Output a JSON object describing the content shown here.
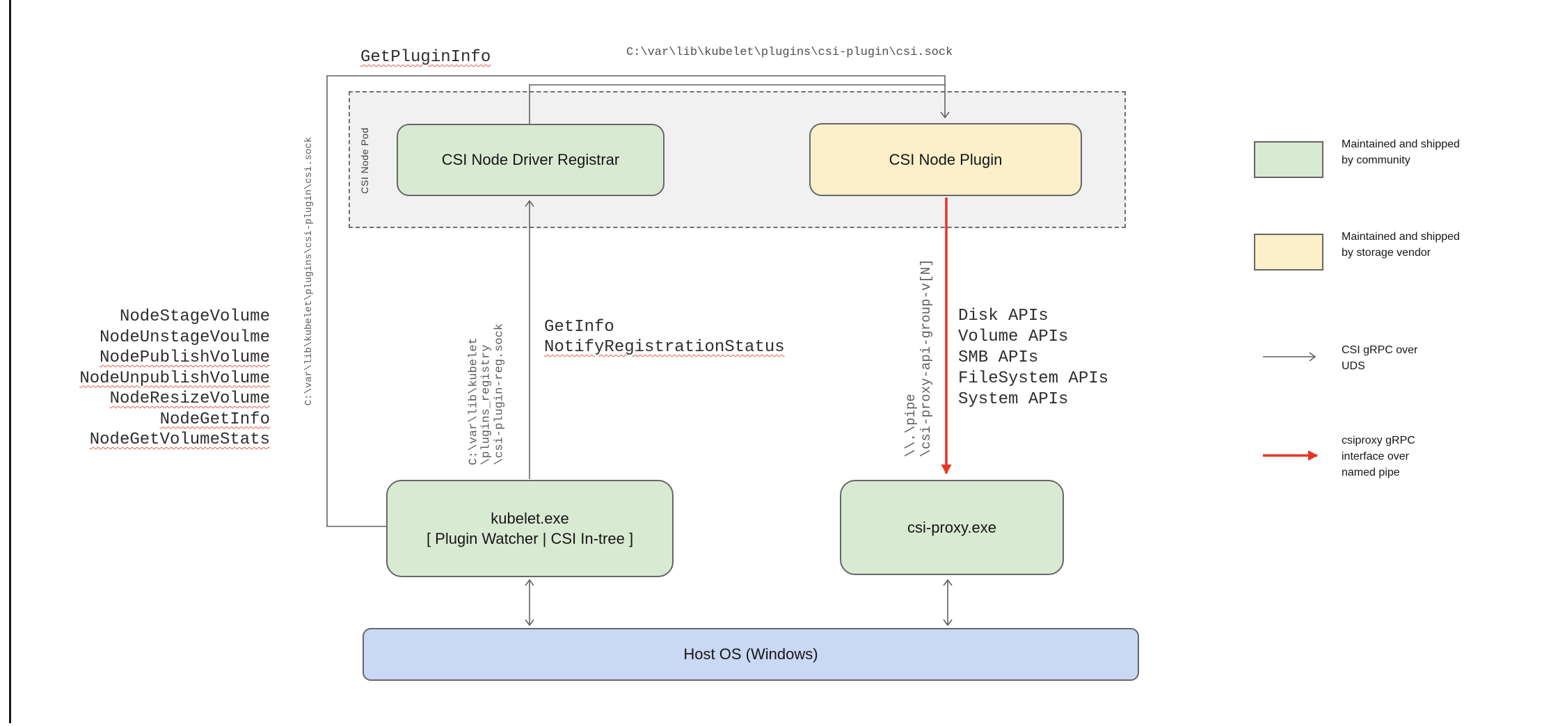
{
  "colors": {
    "community_green": "#d9ead3",
    "vendor_yellow": "#fbf0c9",
    "host_blue": "#c9d8f3",
    "pod_gray": "#f1f1f1",
    "line_gray": "#616161",
    "rpc_red": "#ea3323",
    "squiggle_red": "#e25c49",
    "mono_gray": "#5c5c5c",
    "text_dark": "#161616"
  },
  "pod": {
    "label": "CSI Node Pod"
  },
  "boxes": {
    "registrar": {
      "label": "CSI Node Driver Registrar"
    },
    "plugin": {
      "label": "CSI Node Plugin"
    },
    "kubelet": {
      "line1": "kubelet.exe",
      "line2": "[ Plugin Watcher | CSI In-tree ]"
    },
    "csi_proxy": {
      "label": "csi-proxy.exe"
    },
    "host_os": {
      "label": "Host OS (Windows)"
    }
  },
  "annotations": {
    "get_plugin_info": "GetPluginInfo",
    "top_socket_path": "C:\\var\\lib\\kubelet\\plugins\\csi-plugin\\csi.sock",
    "left_socket_path": "C:\\var\\lib\\kubelet\\plugins\\csi-plugin\\csi.sock",
    "registry_socket_lines": [
      "C:\\var\\lib\\kubelet",
      "\\plugins_registry",
      "\\csi-plugin-reg.sock"
    ],
    "named_pipe_lines": [
      "\\\\.\\pipe",
      "\\csi-proxy-api-group-v[N]"
    ],
    "get_info": "GetInfo",
    "notify_registration_status": "NotifyRegistrationStatus",
    "node_methods": [
      {
        "text": "NodeStageVolume"
      },
      {
        "text": "NodeUnstageVoulme"
      },
      {
        "text": "NodePublishVolume",
        "misspelled": true
      },
      {
        "text": "NodeUnpublishVolume",
        "misspelled": true
      },
      {
        "text": "NodeResizeVolume",
        "misspelled": true
      },
      {
        "text": "NodeGetInfo",
        "misspelled": true
      },
      {
        "text": "NodeGetVolumeStats",
        "misspelled": true
      }
    ],
    "proxy_apis": [
      "Disk APIs",
      "Volume APIs",
      "SMB APIs",
      "FileSystem APIs",
      "System APIs"
    ]
  },
  "legend": {
    "community_lines": [
      "Maintained and shipped",
      "by community"
    ],
    "vendor_lines": [
      "Maintained and shipped",
      "by storage vendor"
    ],
    "uds_lines": [
      "CSI gRPC over",
      "UDS"
    ],
    "pipe_lines": [
      "csiproxy gRPC",
      "interface over",
      "named pipe"
    ]
  }
}
